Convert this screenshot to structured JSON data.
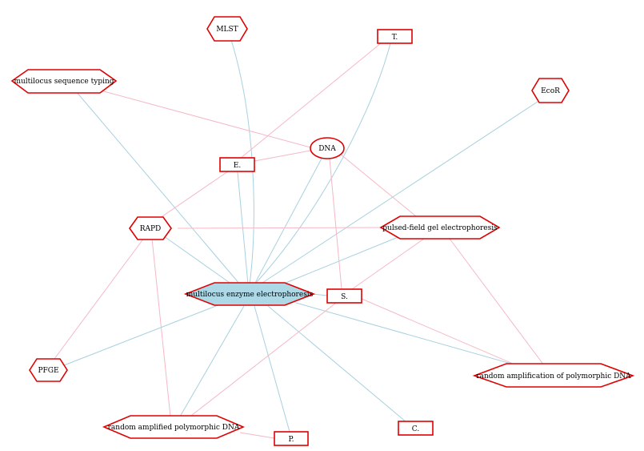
{
  "colors": {
    "node_stroke": "#e00000",
    "center_fill": "#add8e6",
    "edge_blue": "#a8d0e0",
    "edge_pink": "#f4b8c4"
  },
  "nodes": {
    "mlst": {
      "label": "MLST",
      "shape": "hexagon"
    },
    "t": {
      "label": "T.",
      "shape": "box"
    },
    "mst": {
      "label": "multilocus sequence typing",
      "shape": "hexagon"
    },
    "ecor": {
      "label": "EcoR",
      "shape": "hexagon"
    },
    "dna": {
      "label": "DNA",
      "shape": "ellipse"
    },
    "e": {
      "label": "E.",
      "shape": "box"
    },
    "rapd": {
      "label": "RAPD",
      "shape": "hexagon"
    },
    "pfge_long": {
      "label": "pulsed-field gel electrophoresis",
      "shape": "hexagon"
    },
    "mee": {
      "label": "multilocus enzyme electrophoresis",
      "shape": "hexagon"
    },
    "s": {
      "label": "S.",
      "shape": "box"
    },
    "pfge": {
      "label": "PFGE",
      "shape": "hexagon"
    },
    "rapoly": {
      "label": "random amplification of polymorphic DNA",
      "shape": "hexagon"
    },
    "rapd_long": {
      "label": "random amplified polymorphic DNA",
      "shape": "hexagon"
    },
    "p": {
      "label": "P.",
      "shape": "box"
    },
    "c": {
      "label": "C.",
      "shape": "box"
    }
  }
}
